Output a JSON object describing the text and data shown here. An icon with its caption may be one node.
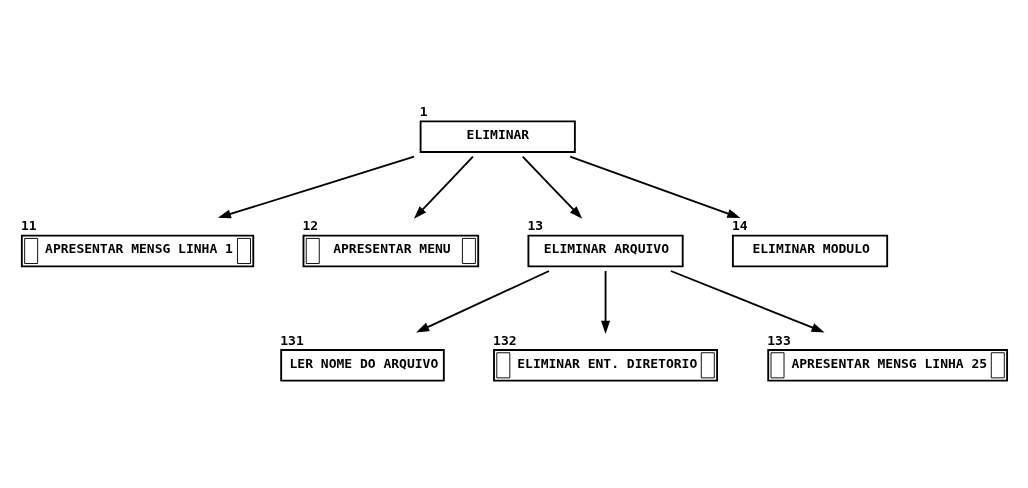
{
  "diagram": {
    "nodes": [
      {
        "text": [
          "1",
          "ELIMINAR"
        ]
      },
      {
        "text": [
          "11",
          "APRESENTAR MENSG LINHA 1"
        ]
      },
      {
        "text": [
          "12",
          "APRESENTAR MENU"
        ]
      },
      {
        "text": [
          "13",
          "ELIMINAR ARQUIVO"
        ]
      },
      {
        "text": [
          "14",
          "ELIMINAR MODULO"
        ]
      },
      {
        "text": [
          "131",
          "LER NOME DO ARQUIVO"
        ]
      },
      {
        "text": [
          "132",
          "ELIMINAR ENT. DIRETORIO"
        ]
      },
      {
        "text": [
          "133",
          "APRESENTAR MENSG LINHA 25"
        ]
      }
    ],
    "edges": [
      {
        "from": 0,
        "to": 1,
        "arrow": "to"
      },
      {
        "from": 0,
        "to": 2,
        "arrow": "to"
      },
      {
        "from": 0,
        "to": 3,
        "arrow": "to"
      },
      {
        "from": 0,
        "to": 4,
        "arrow": "to"
      },
      {
        "from": 3,
        "to": 5,
        "arrow": "to"
      },
      {
        "from": 3,
        "to": 6,
        "arrow": "to"
      },
      {
        "from": 3,
        "to": 7,
        "arrow": "to"
      }
    ]
  }
}
